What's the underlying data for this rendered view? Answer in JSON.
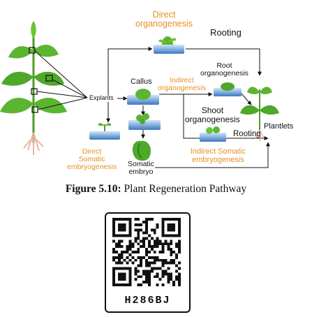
{
  "diagram": {
    "labels": {
      "direct_organogenesis": "Direct\norganogenesis",
      "rooting_top": "Rooting",
      "root_organogenesis": "Root\norganogenesis",
      "explants": "Explants",
      "callus": "Callus",
      "indirect_organogenesis": "Indirect\norganogenesis",
      "shoot_organogenesis": "Shoot\norganogenesis",
      "plantlets": "Plantlets",
      "rooting_bottom": "Rooting",
      "indirect_somatic_embryogenesis": "Indirect Somatic\nembryogenesis",
      "direct_somatic_embryogenesis": "Direct\nSomatic\nembryogenesis",
      "somatic_embryo": "Somatic\nembryo"
    },
    "colors": {
      "orange_text": "#e8901e",
      "green_plant": "#5cb531",
      "dark_green": "#2f7d1c",
      "dish_blue": "#3a78c2",
      "root_pink": "#e9b3a4"
    }
  },
  "caption": {
    "figure_number": "Figure 5.10:",
    "title": "Plant Regeneration Pathway"
  },
  "qr": {
    "code_text": "H286BJ"
  }
}
